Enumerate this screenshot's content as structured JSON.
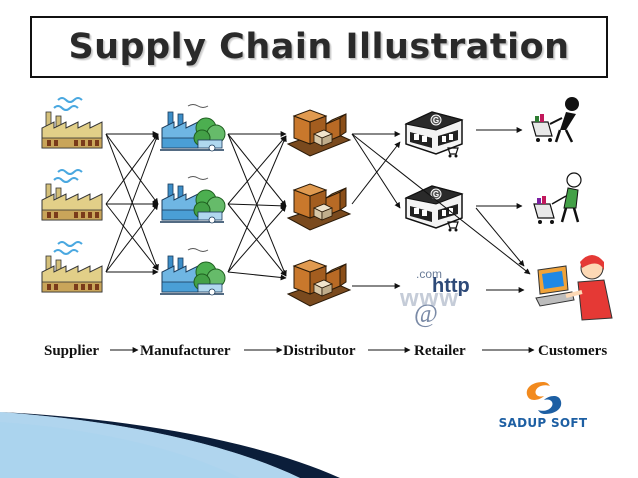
{
  "title": "Supply Chain Illustration",
  "stages": [
    {
      "id": "supplier",
      "label": "Supplier"
    },
    {
      "id": "manufacturer",
      "label": "Manufacturer"
    },
    {
      "id": "distributor",
      "label": "Distributor"
    },
    {
      "id": "retailer",
      "label": "Retailer"
    },
    {
      "id": "customers",
      "label": "Customers"
    }
  ],
  "web_graphic": {
    "com": ".com",
    "http": "http",
    "www": "www",
    "at": "@"
  },
  "store_sign": "G",
  "brand": {
    "name": "SADUP SOFT",
    "colors": {
      "orange": "#f28a1e",
      "blue": "#1d5fa3"
    }
  },
  "colors": {
    "arrow": "#111111",
    "title_border": "#111111",
    "swoosh_dark": "#0b1e3a",
    "swoosh_light": "#6fb3e0"
  },
  "icons": [
    "supplier-factory-icon",
    "manufacturer-factory-icon",
    "warehouse-boxes-icon",
    "retail-store-icon",
    "web-store-icon",
    "shopper-cart-icon",
    "online-shopper-icon"
  ]
}
